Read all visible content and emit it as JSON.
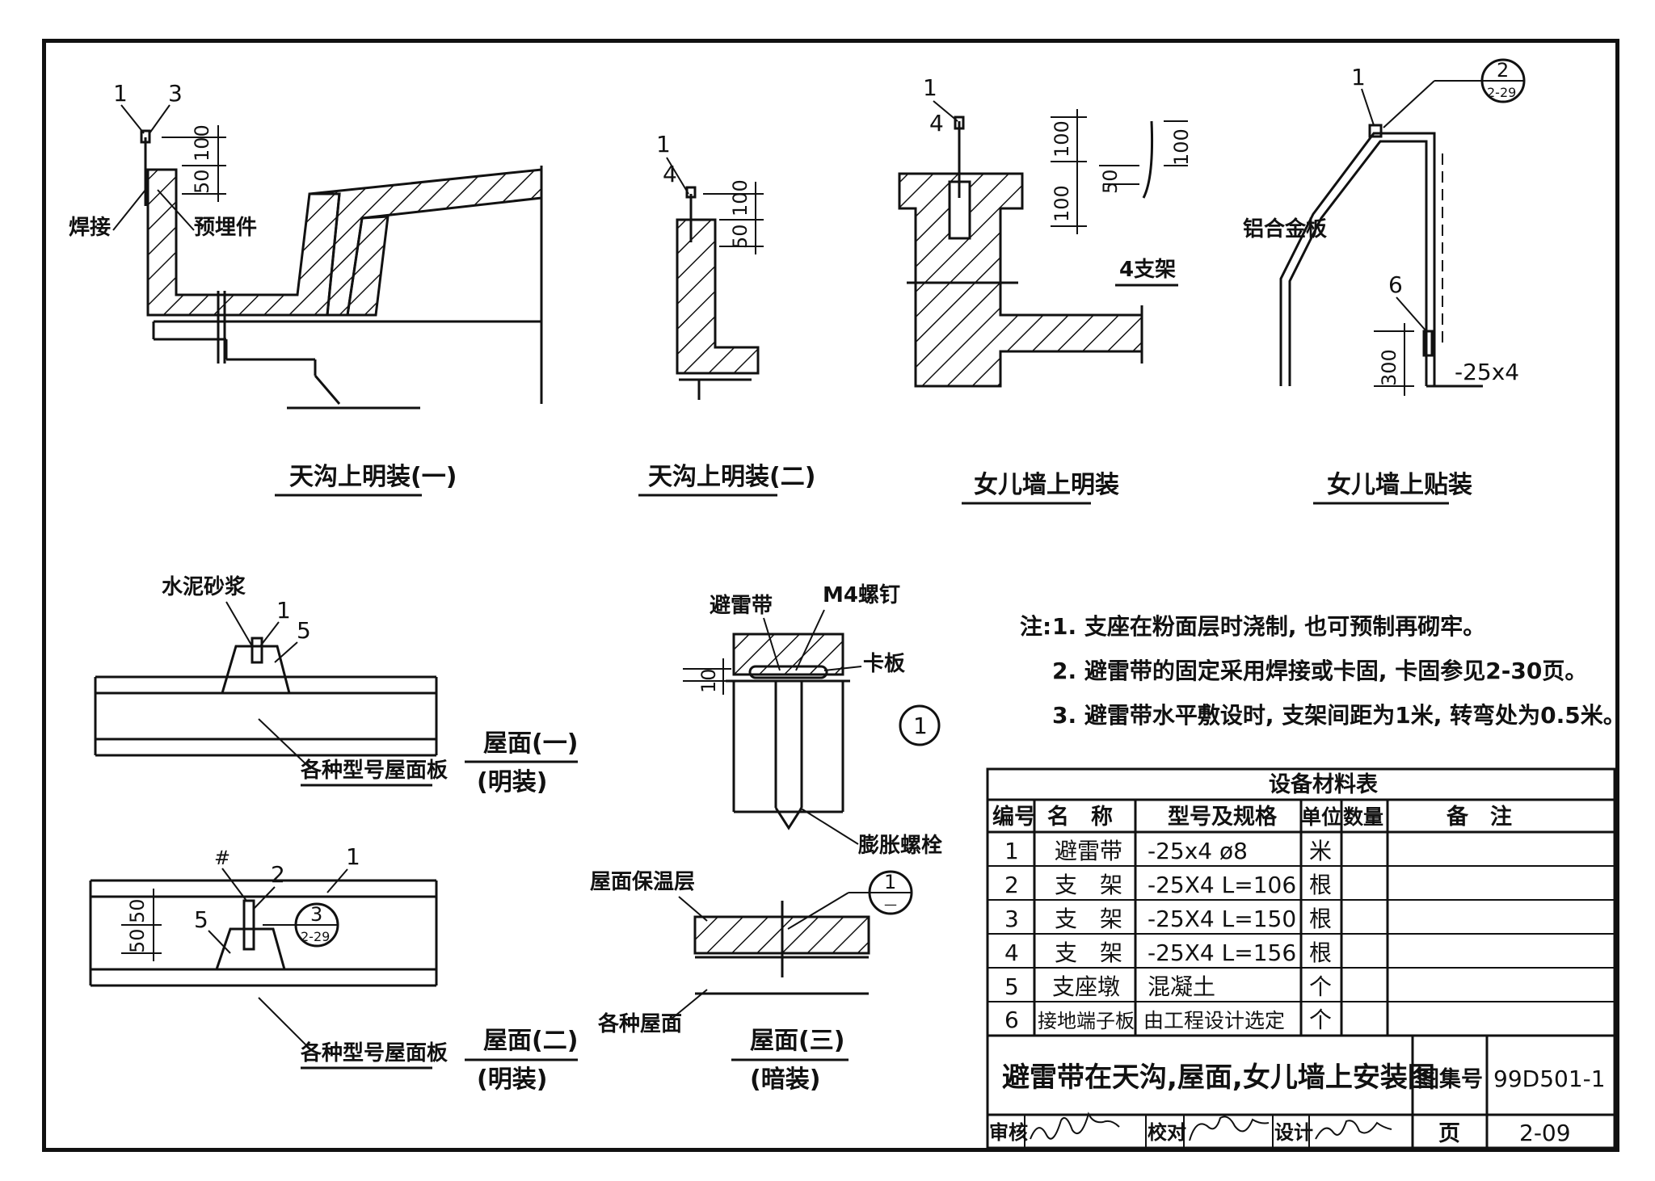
{
  "views": {
    "gutter1": {
      "title": "天沟上明装(一)",
      "labels": {
        "weld": "焊接",
        "embed": "预埋件",
        "n1": "1",
        "n3": "3",
        "d1": "50",
        "d2": "100"
      }
    },
    "gutter2": {
      "title": "天沟上明装(二)",
      "labels": {
        "n1": "1",
        "n4": "4",
        "d1": "50",
        "d2": "100"
      }
    },
    "parapet1": {
      "title": "女儿墙上明装",
      "labels": {
        "n1": "1",
        "n4": "4",
        "d100a": "100",
        "d50": "50",
        "d100b": "100",
        "d100c": "100",
        "bracket": "4支架"
      }
    },
    "parapet2": {
      "title": "女儿墙上贴装",
      "labels": {
        "n1": "1",
        "ref_top": "2",
        "ref_bot": "2-29",
        "alu": "铝合金板",
        "n6": "6",
        "d300": "300",
        "flat": "-25x4"
      }
    },
    "roof1": {
      "title": "屋面(一)",
      "sub": "(明装)",
      "labels": {
        "mortar": "水泥砂浆",
        "n1": "1",
        "n5": "5",
        "slab": "各种型号屋面板"
      }
    },
    "roof2": {
      "title": "屋面(二)",
      "sub": "(明装)",
      "labels": {
        "n2": "2",
        "n1": "1",
        "n5": "5",
        "d1": "50",
        "d2": "50",
        "ref_top": "3",
        "ref_bot": "2-29",
        "slab": "各种型号屋面板"
      }
    },
    "roof3": {
      "title": "屋面(三)",
      "sub": "(暗装)",
      "labels": {
        "insul": "屋面保温层",
        "slab": "各种屋面",
        "ref_top": "1",
        "ref_bot": "—"
      }
    },
    "detail1": {
      "labels": {
        "strip": "避雷带",
        "screw": "M4螺钉",
        "clamp": "卡板",
        "d10": "10",
        "bolt": "膨胀螺栓",
        "num": "1"
      }
    }
  },
  "notes": {
    "prefix": "注:",
    "items": [
      "1. 支座在粉面层时浇制, 也可预制再砌牢。",
      "2. 避雷带的固定采用焊接或卡固, 卡固参见2-30页。",
      "3. 避雷带水平敷设时, 支架间距为1米, 转弯处为0.5米。"
    ]
  },
  "table": {
    "title": "设备材料表",
    "headers": [
      "编号",
      "名　称",
      "型号及规格",
      "单位",
      "数量",
      "备　注"
    ],
    "rows": [
      [
        "1",
        "避雷带",
        "-25x4  ø8",
        "米",
        "",
        ""
      ],
      [
        "2",
        "支　架",
        "-25X4  L=106",
        "根",
        "",
        ""
      ],
      [
        "3",
        "支　架",
        "-25X4  L=150",
        "根",
        "",
        ""
      ],
      [
        "4",
        "支　架",
        "-25X4  L=156",
        "根",
        "",
        ""
      ],
      [
        "5",
        "支座墩",
        "混凝土",
        "个",
        "",
        ""
      ],
      [
        "6",
        "接地端子板",
        "由工程设计选定",
        "个",
        "",
        ""
      ]
    ]
  },
  "titleblock": {
    "drawing_title": "避雷带在天沟,屋面,女儿墙上安装图",
    "atlas_label": "图集号",
    "atlas_value": "99D501-1",
    "page_label": "页",
    "page_value": "2-09",
    "review": "审核",
    "check": "校对",
    "design": "设计"
  }
}
